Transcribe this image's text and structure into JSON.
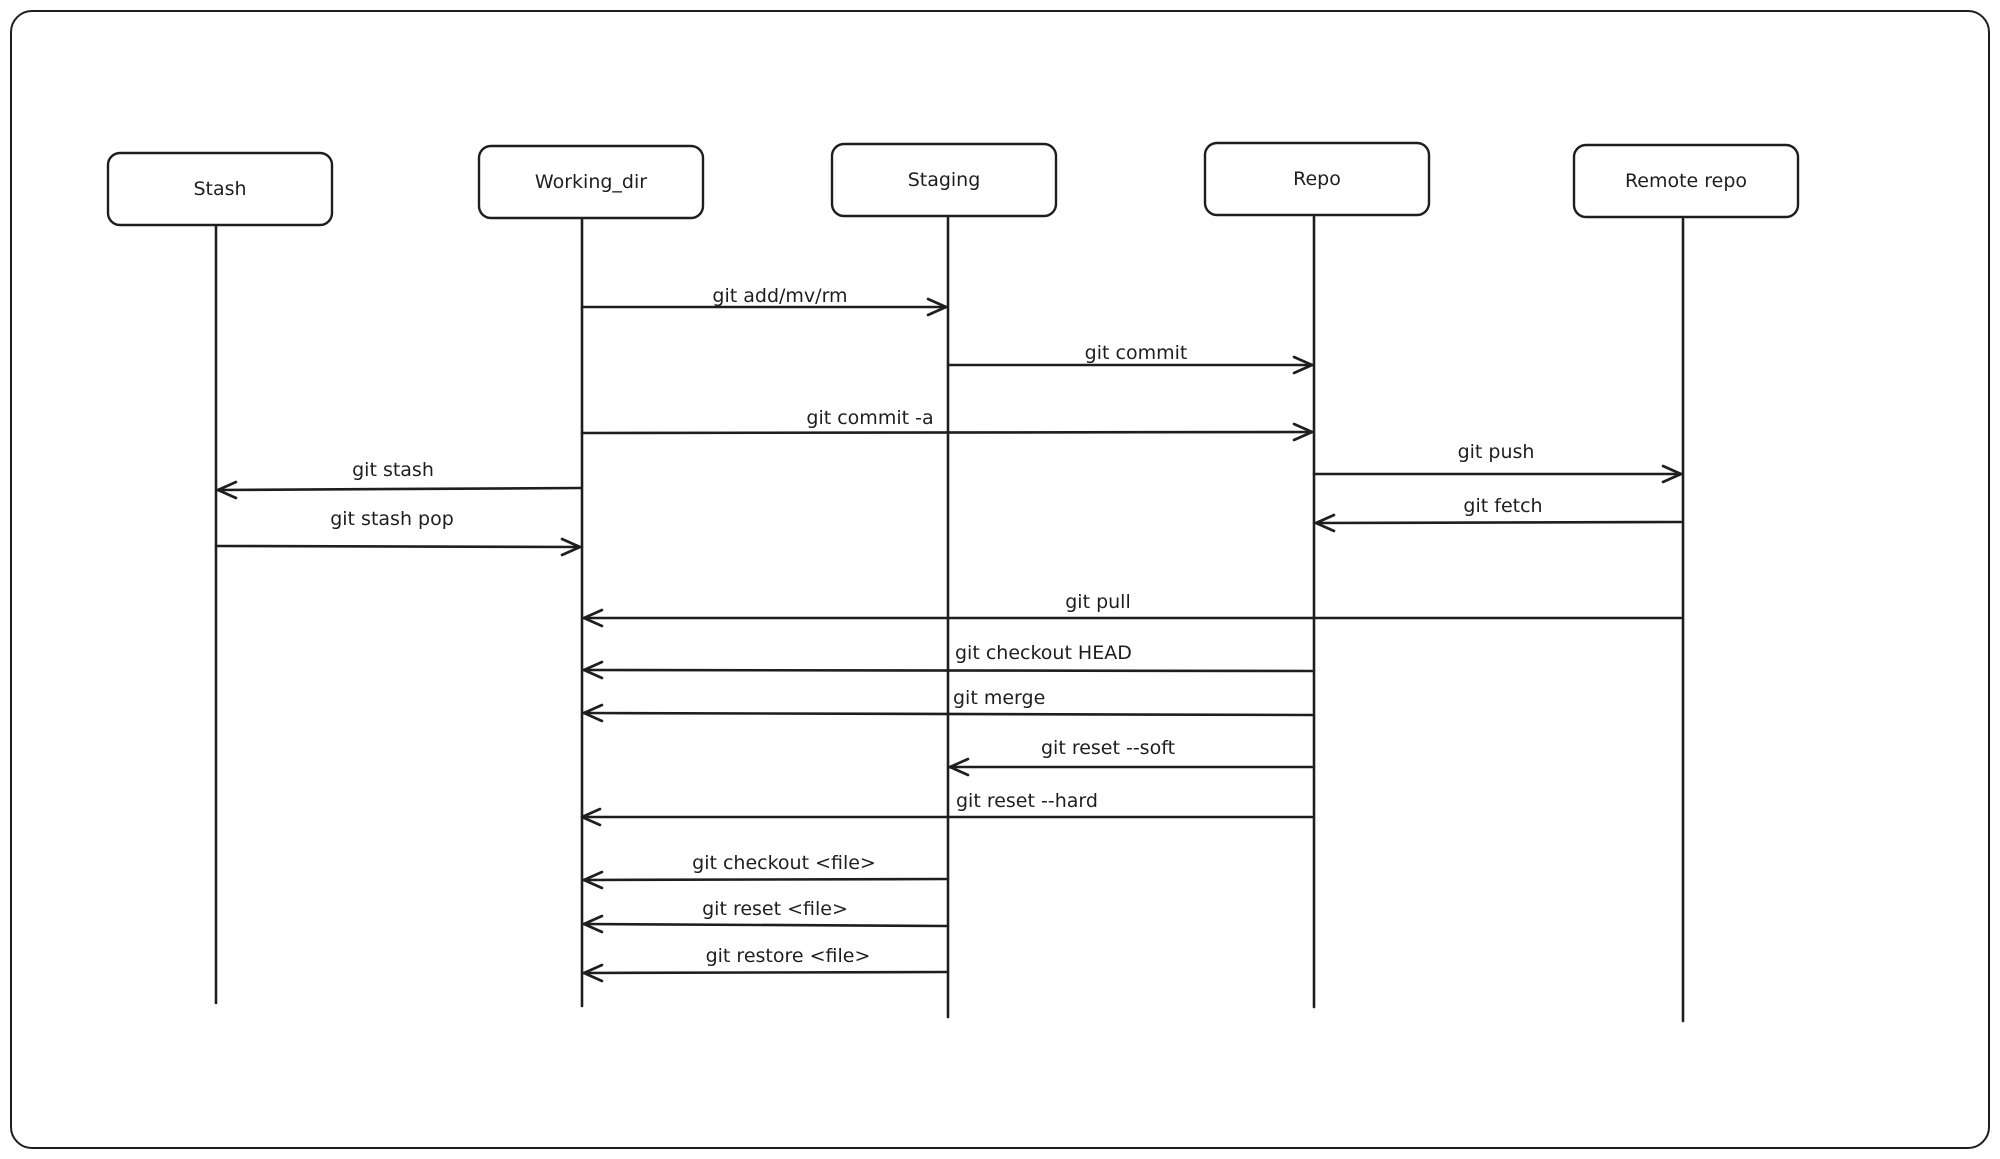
{
  "actors": [
    {
      "id": "stash",
      "label": "Stash"
    },
    {
      "id": "working_dir",
      "label": "Working_dir"
    },
    {
      "id": "staging",
      "label": "Staging"
    },
    {
      "id": "repo",
      "label": "Repo"
    },
    {
      "id": "remote",
      "label": "Remote repo"
    }
  ],
  "messages": [
    {
      "label": "git add/mv/rm",
      "from": "working_dir",
      "to": "staging"
    },
    {
      "label": "git commit",
      "from": "staging",
      "to": "repo"
    },
    {
      "label": "git commit -a",
      "from": "working_dir",
      "to": "repo"
    },
    {
      "label": "git push",
      "from": "repo",
      "to": "remote"
    },
    {
      "label": "git stash",
      "from": "working_dir",
      "to": "stash"
    },
    {
      "label": "git fetch",
      "from": "remote",
      "to": "repo"
    },
    {
      "label": "git stash pop",
      "from": "stash",
      "to": "working_dir"
    },
    {
      "label": "git pull",
      "from": "remote",
      "to": "working_dir"
    },
    {
      "label": "git checkout HEAD",
      "from": "repo",
      "to": "working_dir"
    },
    {
      "label": "git merge",
      "from": "repo",
      "to": "working_dir"
    },
    {
      "label": "git reset --soft",
      "from": "repo",
      "to": "staging"
    },
    {
      "label": "git reset --hard",
      "from": "repo",
      "to": "working_dir"
    },
    {
      "label": "git checkout <file>",
      "from": "staging",
      "to": "working_dir"
    },
    {
      "label": "git reset <file>",
      "from": "staging",
      "to": "working_dir"
    },
    {
      "label": "git restore <file>",
      "from": "staging",
      "to": "working_dir"
    }
  ]
}
